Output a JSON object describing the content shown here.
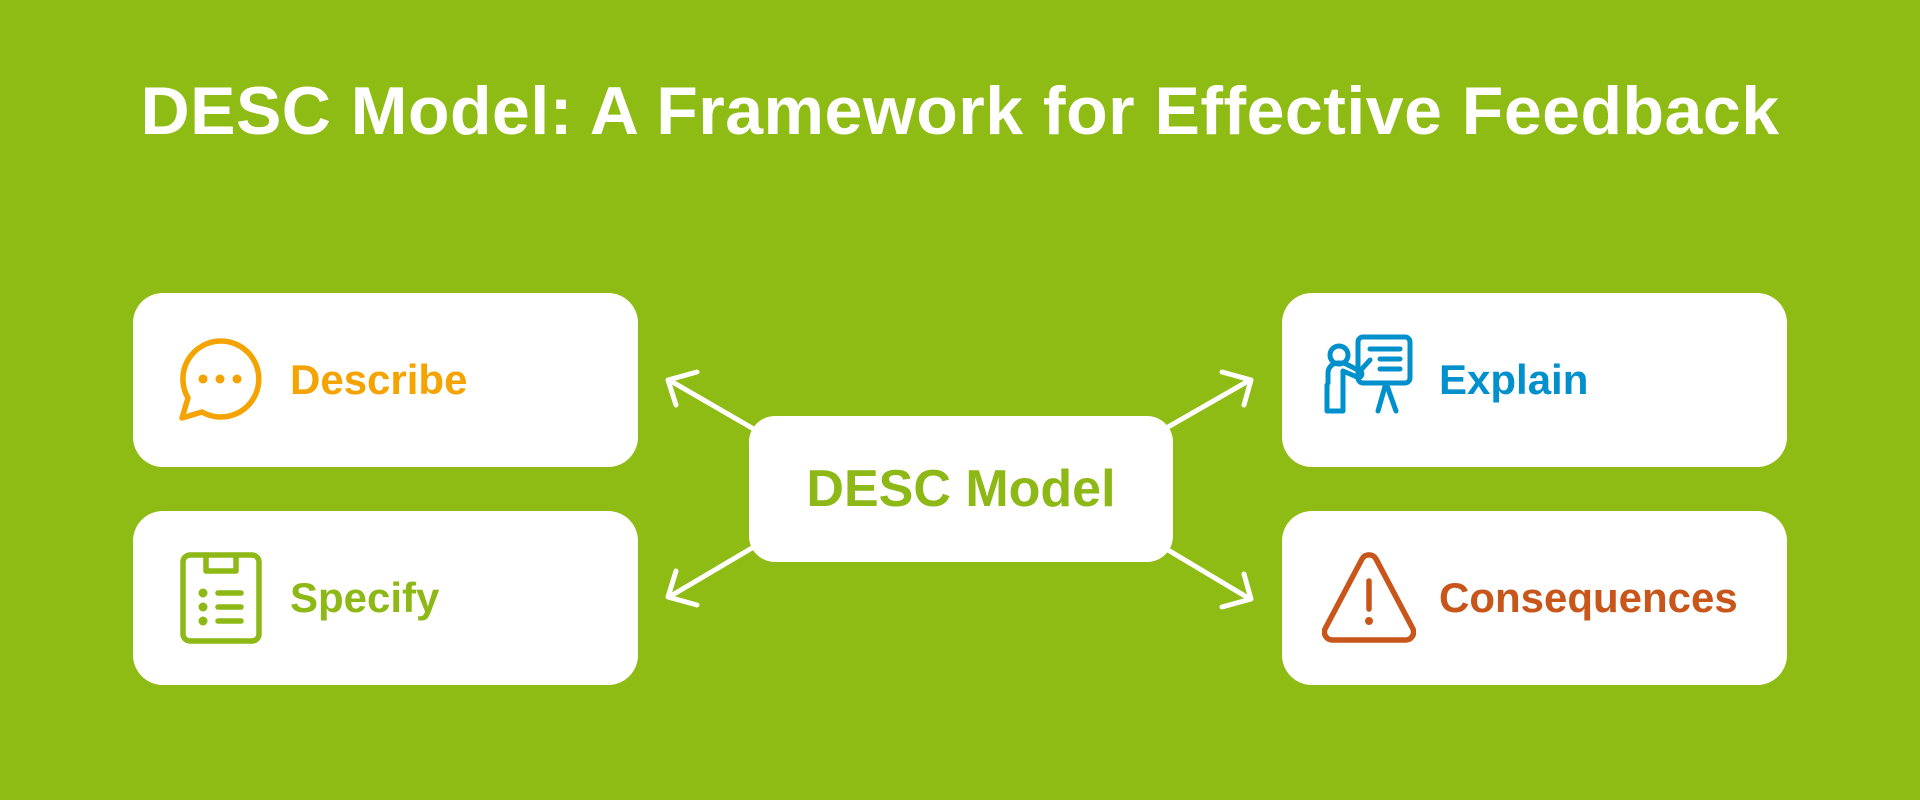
{
  "title": "DESC Model: A Framework for Effective Feedback",
  "center": {
    "label": "DESC Model",
    "color": "#8DB815"
  },
  "cards": [
    {
      "label": "Describe",
      "icon": "speech-bubble-icon",
      "color": "#F5A300"
    },
    {
      "label": "Specify",
      "icon": "clipboard-list-icon",
      "color": "#8DB815"
    },
    {
      "label": "Explain",
      "icon": "presenter-board-icon",
      "color": "#0090CC"
    },
    {
      "label": "Consequences",
      "icon": "warning-triangle-icon",
      "color": "#C8561A"
    }
  ],
  "background": "#8FBC14"
}
